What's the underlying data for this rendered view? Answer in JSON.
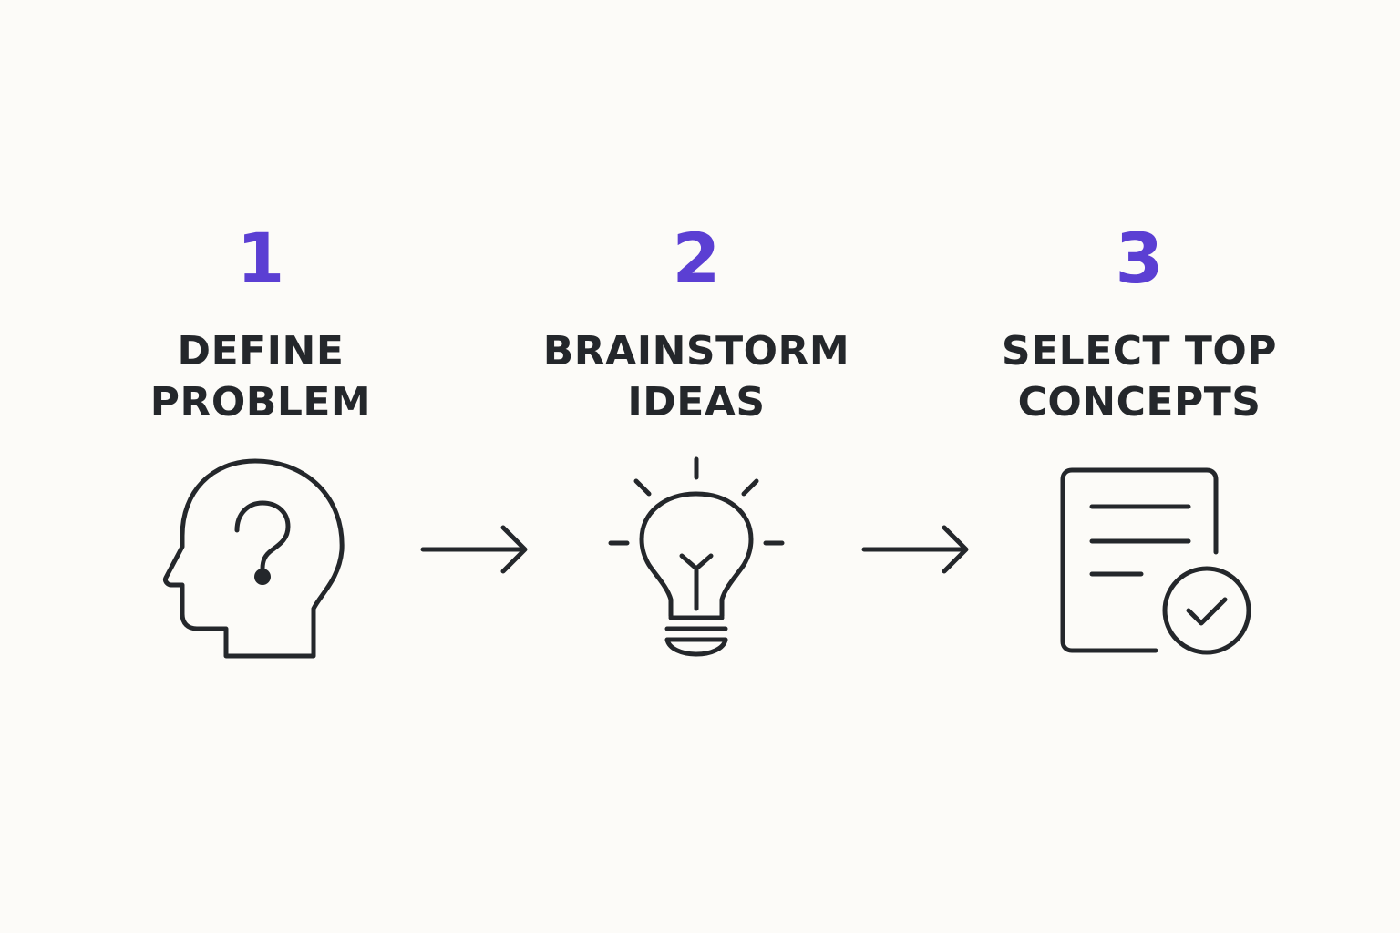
{
  "steps": [
    {
      "number": "1",
      "title_lines": [
        "DEFINE",
        "PROBLEM"
      ],
      "icon": "head-question-icon"
    },
    {
      "number": "2",
      "title_lines": [
        "BRAINSTORM",
        "IDEAS"
      ],
      "icon": "lightbulb-icon"
    },
    {
      "number": "3",
      "title_lines": [
        "SELECT TOP",
        "CONCEPTS"
      ],
      "icon": "document-check-icon"
    }
  ],
  "connectors": [
    "arrow-right-icon",
    "arrow-right-icon"
  ],
  "colors": {
    "background": "#fcfbf8",
    "number_accent": "#5b3fd3",
    "text": "#24272b",
    "icon_stroke": "#24272b"
  }
}
